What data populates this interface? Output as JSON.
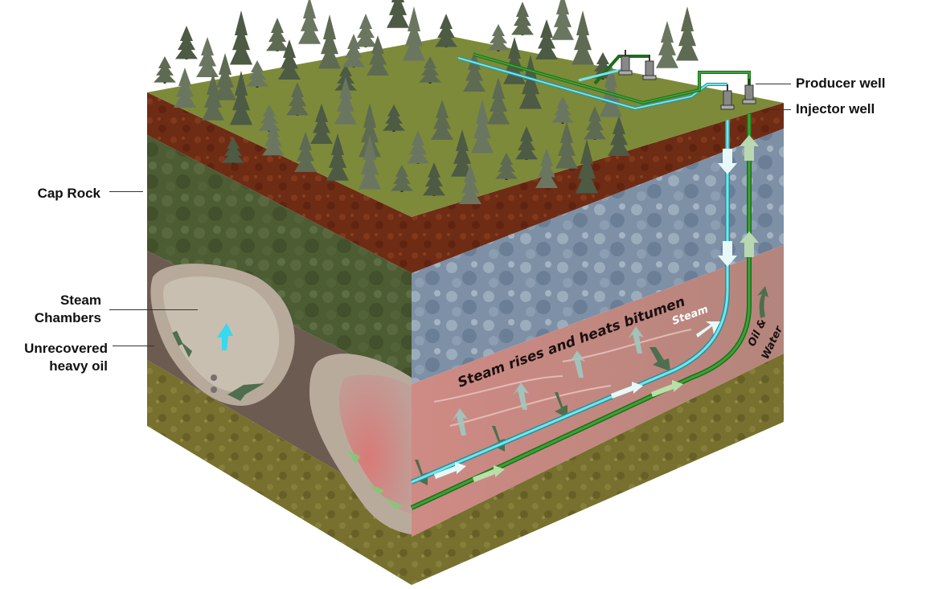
{
  "labels": {
    "producer_well": "Producer well",
    "injector_well": "Injector well",
    "cap_rock": "Cap Rock",
    "steam_chambers_1": "Steam",
    "steam_chambers_2": "Chambers",
    "unrecovered_1": "Unrecovered",
    "unrecovered_2": "heavy oil",
    "steam_rises": "Steam rises and heats bitumen",
    "steam": "Steam",
    "oil_water_1": "Oil &",
    "oil_water_2": "Water"
  },
  "colors": {
    "steam_pipe": "#5ee0e8",
    "oil_pipe": "#2f8f2a",
    "cap_rock": "#4a5a32",
    "soil": "#6b2a14",
    "reservoir_blue": "#7a8fa6",
    "heated_zone": "#c98e86",
    "unrecovered_oil": "#6a5a50",
    "basement": "#7a7230",
    "grass": "#7d8a3a"
  },
  "icons": {
    "tree": "conifer-tree-icon",
    "wellhead": "wellhead-icon",
    "flow_arrow": "arrow-icon"
  }
}
